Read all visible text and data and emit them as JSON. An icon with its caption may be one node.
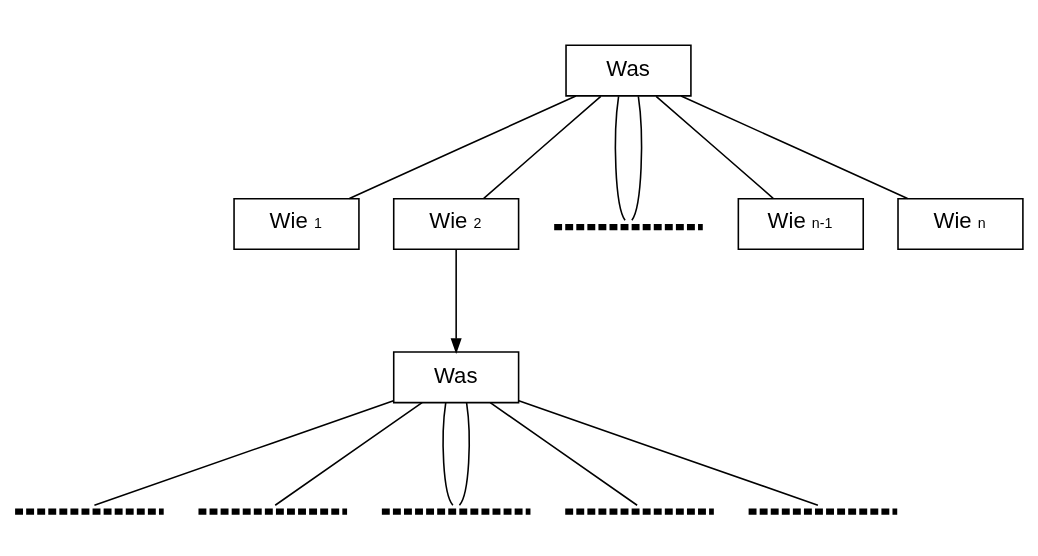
{
  "diagram": {
    "nodes": [
      {
        "text": [
          "Was"
        ]
      },
      {
        "text": [
          "Wie $_{1}$"
        ]
      },
      {
        "text": [
          "Wie $_{2}$"
        ]
      },
      {
        "text": [],
        "shape": "bar"
      },
      {
        "text": [
          "Wie $_{n-1}$"
        ]
      },
      {
        "text": [
          "Wie $_{n}$"
        ]
      },
      {
        "text": [
          "Was"
        ]
      },
      {
        "text": [],
        "shape": "bar"
      },
      {
        "text": [],
        "shape": "bar"
      },
      {
        "text": [],
        "shape": "bar"
      },
      {
        "text": [],
        "shape": "bar"
      },
      {
        "text": [],
        "shape": "bar"
      }
    ],
    "edges": [
      {
        "from": 0,
        "to": 1,
        "arrow": "none"
      },
      {
        "from": 0,
        "to": 2,
        "arrow": "none"
      },
      {
        "from": 0,
        "to": 3,
        "arrow": "none"
      },
      {
        "from": 0,
        "to": 3,
        "arrow": "none"
      },
      {
        "from": 0,
        "to": 4,
        "arrow": "none"
      },
      {
        "from": 0,
        "to": 5,
        "arrow": "none"
      },
      {
        "from": 2,
        "to": 6,
        "arrow": "to"
      },
      {
        "from": 6,
        "to": 7,
        "arrow": "none"
      },
      {
        "from": 6,
        "to": 8,
        "arrow": "none"
      },
      {
        "from": 6,
        "to": 9,
        "arrow": "none"
      },
      {
        "from": 6,
        "to": 9,
        "arrow": "none"
      },
      {
        "from": 6,
        "to": 10,
        "arrow": "none"
      },
      {
        "from": 6,
        "to": 11,
        "arrow": "none"
      }
    ]
  }
}
